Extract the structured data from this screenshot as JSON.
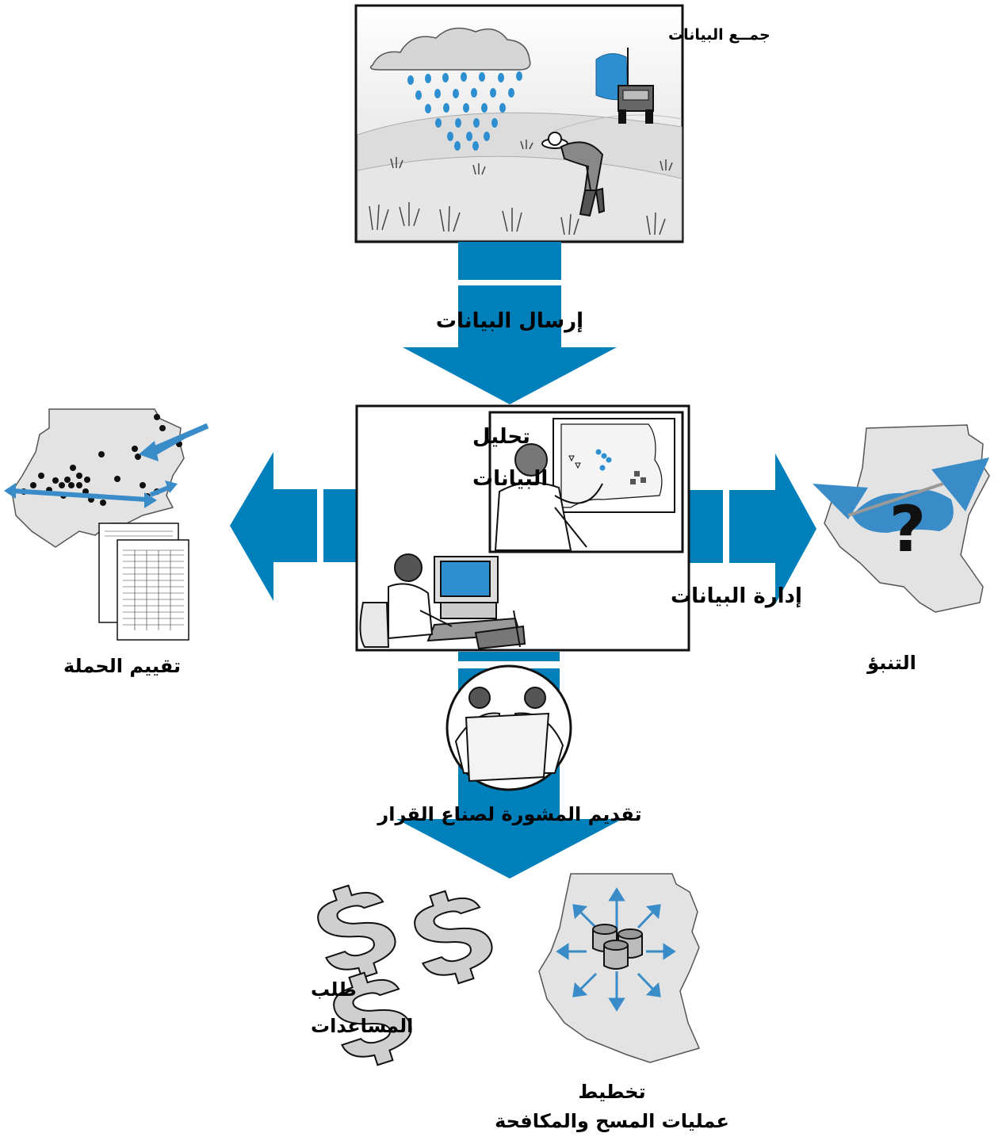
{
  "labels": {
    "collect": "جمــع البيانات",
    "send": "إرسال البيانات",
    "analyze_line1": "تحليل",
    "analyze_line2": "البيانات",
    "manage": "إدارة البيانات",
    "campaign": "تقييم الحملة",
    "forecast": "التنبؤ",
    "advice": "تقديم المشورة لصناع القرار",
    "aid_line1": "طلب",
    "aid_line2": "المساعدات",
    "plan_line1": "تخطيط",
    "plan_line2": "عمليات المسح والمكافحة"
  },
  "forecast_symbol": "?",
  "colors": {
    "flow_blue": "#0080bb",
    "light_blue": "#3a8cc8",
    "map_gray": "#e3e3e3",
    "dark": "#111111"
  }
}
